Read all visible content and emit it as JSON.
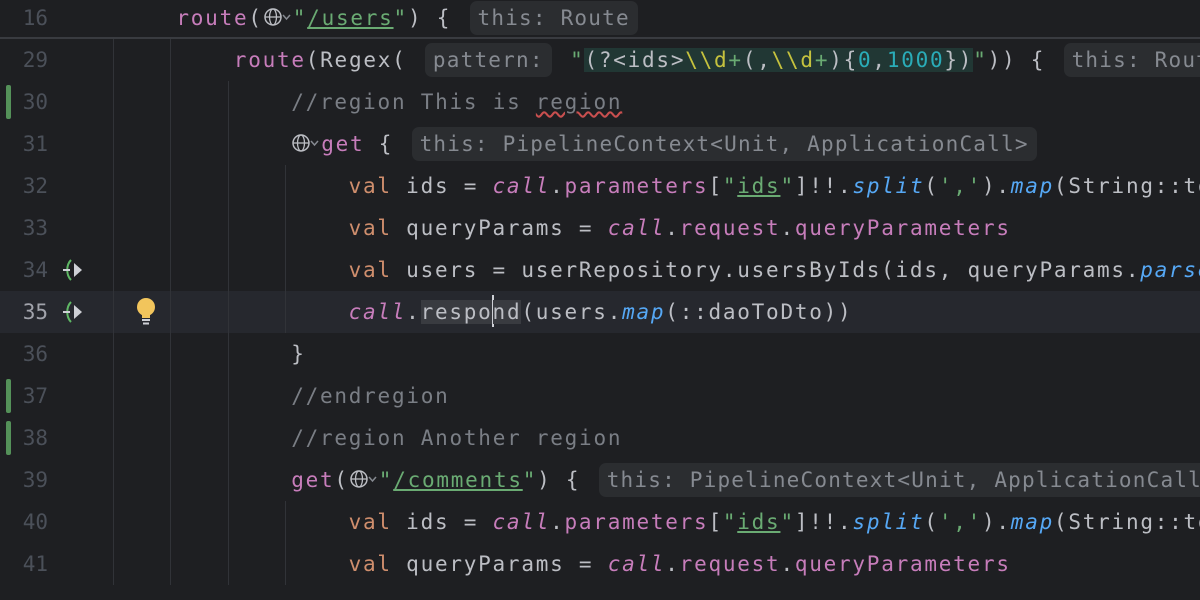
{
  "editor": {
    "current_line": "35",
    "lines": [
      {
        "n": "16",
        "indent": 4,
        "sticky": true,
        "tokens": [
          [
            "m",
            "route"
          ],
          [
            "p",
            "("
          ],
          [
            "g",
            "globe-icon"
          ],
          [
            "s",
            "\""
          ],
          [
            "su",
            "/users"
          ],
          [
            "s",
            "\""
          ],
          [
            "p",
            ") { "
          ],
          [
            "h",
            "this: Route"
          ]
        ]
      },
      {
        "n": "29",
        "indent": 8,
        "tokens": [
          [
            "m",
            "route"
          ],
          [
            "p",
            "(Regex( "
          ],
          [
            "h",
            "pattern:"
          ],
          [
            "s",
            " \""
          ],
          [
            "rp",
            "(?<ids>"
          ],
          [
            "ry",
            "\\\\d"
          ],
          [
            "rs",
            "+"
          ],
          [
            "rp",
            "(,"
          ],
          [
            "ry",
            "\\\\d"
          ],
          [
            "rs",
            "+"
          ],
          [
            "rp",
            "){"
          ],
          [
            "rn",
            "0"
          ],
          [
            "rp",
            ","
          ],
          [
            "rn",
            "1000"
          ],
          [
            "rp",
            "})"
          ],
          [
            "s",
            "\""
          ],
          [
            "p",
            ")) { "
          ],
          [
            "h",
            "this: Route"
          ]
        ]
      },
      {
        "n": "30",
        "indent": 12,
        "change": true,
        "tokens": [
          [
            "c",
            "//region This is "
          ],
          [
            "cw",
            "region"
          ]
        ]
      },
      {
        "n": "31",
        "indent": 12,
        "tokens": [
          [
            "g",
            "globe-icon"
          ],
          [
            "m",
            "get"
          ],
          [
            "p",
            " { "
          ],
          [
            "h",
            "this: PipelineContext<Unit, ApplicationCall>"
          ]
        ]
      },
      {
        "n": "32",
        "indent": 16,
        "tokens": [
          [
            "k",
            "val "
          ],
          [
            "p",
            "ids = "
          ],
          [
            "mi",
            "call"
          ],
          [
            "p",
            "."
          ],
          [
            "m",
            "parameters"
          ],
          [
            "p",
            "["
          ],
          [
            "s",
            "\""
          ],
          [
            "su",
            "ids"
          ],
          [
            "s",
            "\""
          ],
          [
            "p",
            "]!!."
          ],
          [
            "f",
            "split"
          ],
          [
            "p",
            "("
          ],
          [
            "s",
            "','"
          ],
          [
            "p",
            ")."
          ],
          [
            "f",
            "map"
          ],
          [
            "p",
            "(String::to"
          ]
        ]
      },
      {
        "n": "33",
        "indent": 16,
        "tokens": [
          [
            "k",
            "val "
          ],
          [
            "p",
            "queryParams = "
          ],
          [
            "mi",
            "call"
          ],
          [
            "p",
            "."
          ],
          [
            "m",
            "request"
          ],
          [
            "p",
            "."
          ],
          [
            "m",
            "queryParameters"
          ]
        ]
      },
      {
        "n": "34",
        "indent": 16,
        "run": true,
        "tokens": [
          [
            "k",
            "val "
          ],
          [
            "p",
            "users = userRepository.usersByIds(ids, queryParams."
          ],
          [
            "f",
            "parse"
          ]
        ]
      },
      {
        "n": "35",
        "indent": 16,
        "run": true,
        "bulb": true,
        "current": true,
        "tokens": [
          [
            "mi",
            "call"
          ],
          [
            "p",
            "."
          ],
          [
            "sel",
            "respo"
          ],
          [
            "caret",
            ""
          ],
          [
            "sel",
            "nd"
          ],
          [
            "p",
            "(users."
          ],
          [
            "f",
            "map"
          ],
          [
            "p",
            "(::daoToDto))"
          ]
        ]
      },
      {
        "n": "36",
        "indent": 12,
        "tokens": [
          [
            "p",
            "}"
          ]
        ]
      },
      {
        "n": "37",
        "indent": 12,
        "change": true,
        "tokens": [
          [
            "c",
            "//endregion"
          ]
        ]
      },
      {
        "n": "38",
        "indent": 12,
        "change": true,
        "tokens": [
          [
            "c",
            "//region Another region"
          ]
        ]
      },
      {
        "n": "39",
        "indent": 12,
        "tokens": [
          [
            "m",
            "get"
          ],
          [
            "p",
            "("
          ],
          [
            "g",
            "globe-icon"
          ],
          [
            "s",
            "\""
          ],
          [
            "su",
            "/comments"
          ],
          [
            "s",
            "\""
          ],
          [
            "p",
            ") { "
          ],
          [
            "h",
            "this: PipelineContext<Unit, ApplicationCall>"
          ]
        ]
      },
      {
        "n": "40",
        "indent": 16,
        "tokens": [
          [
            "k",
            "val "
          ],
          [
            "p",
            "ids = "
          ],
          [
            "mi",
            "call"
          ],
          [
            "p",
            "."
          ],
          [
            "m",
            "parameters"
          ],
          [
            "p",
            "["
          ],
          [
            "s",
            "\""
          ],
          [
            "su",
            "ids"
          ],
          [
            "s",
            "\""
          ],
          [
            "p",
            "]!!."
          ],
          [
            "f",
            "split"
          ],
          [
            "p",
            "("
          ],
          [
            "s",
            "','"
          ],
          [
            "p",
            ")."
          ],
          [
            "f",
            "map"
          ],
          [
            "p",
            "(String::to"
          ]
        ]
      },
      {
        "n": "41",
        "indent": 16,
        "tokens": [
          [
            "k",
            "val "
          ],
          [
            "p",
            "queryParams = "
          ],
          [
            "mi",
            "call"
          ],
          [
            "p",
            "."
          ],
          [
            "m",
            "request"
          ],
          [
            "p",
            "."
          ],
          [
            "m",
            "queryParameters"
          ]
        ]
      }
    ]
  }
}
